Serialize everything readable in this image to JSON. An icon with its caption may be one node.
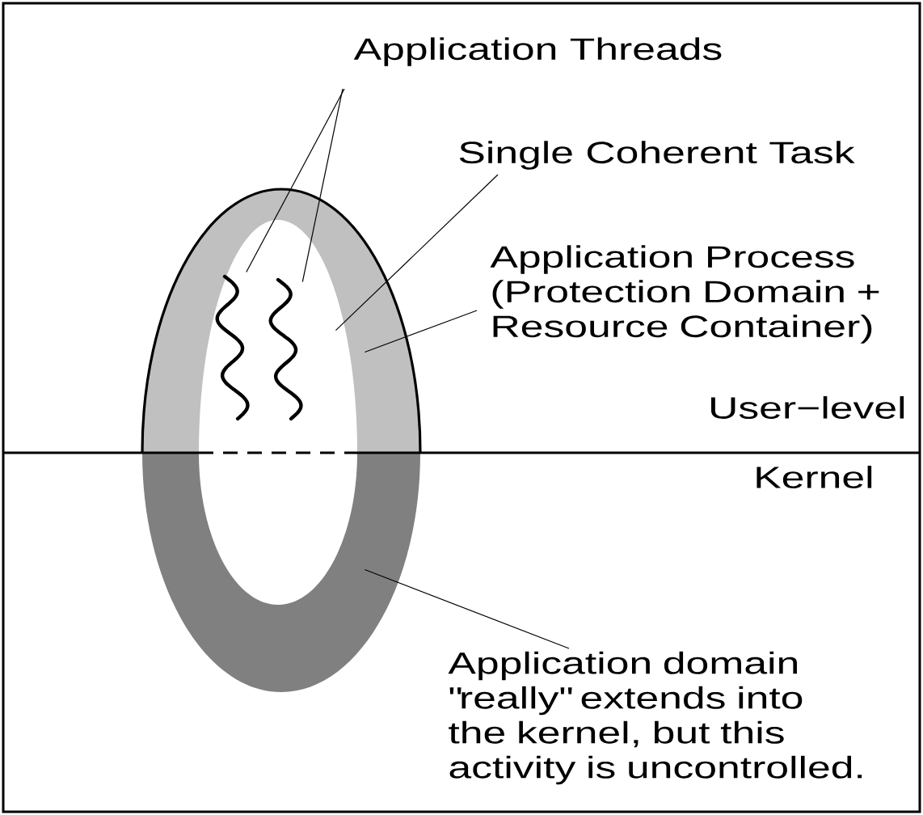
{
  "diagram": {
    "nodes": [
      {
        "text": [
          "Application Threads"
        ]
      },
      {
        "text": [],
        "shape": "wave"
      },
      {
        "text": [],
        "shape": "wave"
      },
      {
        "text": [
          "Single Coherent Task"
        ]
      },
      {
        "text": [],
        "shape": "ellipse"
      },
      {
        "text": [
          "Application Process (Protection Domain + Resource Container)"
        ]
      },
      {
        "text": [],
        "shape": "band"
      },
      {
        "text": [
          "Application domain \"really\" extends into the kernel, but this activity is uncontrolled."
        ]
      },
      {
        "text": [],
        "shape": "band"
      }
    ],
    "edges": [
      {
        "from": 0,
        "to": 1,
        "arrow": "none"
      },
      {
        "from": 0,
        "to": 2,
        "arrow": "none"
      },
      {
        "from": 3,
        "to": 4,
        "arrow": "none"
      },
      {
        "from": 5,
        "to": 6,
        "arrow": "none"
      },
      {
        "from": 7,
        "to": 8,
        "arrow": "none"
      }
    ],
    "labels": [
      "User−level",
      "Kernel"
    ]
  }
}
